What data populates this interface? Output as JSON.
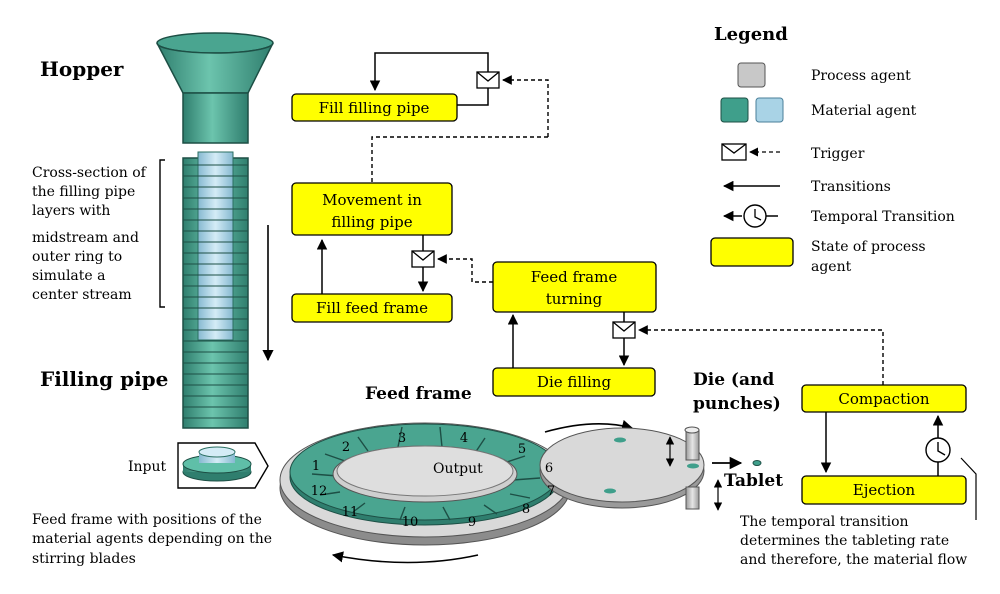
{
  "colors": {
    "teal": "#3f9f8b",
    "teal_dark": "#2a6f61",
    "teal_light": "#5fbfa8",
    "light_blue": "#a9d3e6",
    "gray": "#c8c8c8",
    "yellow": "#ffff00"
  },
  "labels": {
    "hopper": "Hopper",
    "filling_pipe": "Filling pipe",
    "feed_frame": "Feed frame",
    "die_line1": "Die (and",
    "die_line2": "punches)",
    "input": "Input",
    "output": "Output",
    "tablet": "Tablet"
  },
  "annotations": {
    "cross_section": [
      "Cross-section of",
      "the filling pipe",
      "layers with",
      "midstream and",
      "outer ring to",
      "simulate a",
      "center stream"
    ],
    "feed_frame_note": [
      "Feed frame with positions of the",
      "material agents depending on the",
      "stirring blades"
    ],
    "temporal_note": [
      "The temporal transition",
      "determines the tableting rate",
      "and therefore, the material flow"
    ]
  },
  "states": {
    "fill_filling_pipe": "Fill filling pipe",
    "movement_line1": "Movement in",
    "movement_line2": "filling pipe",
    "fill_feed_frame": "Fill feed frame",
    "feed_turn_line1": "Feed frame",
    "feed_turn_line2": "turning",
    "die_filling": "Die filling",
    "compaction": "Compaction",
    "ejection": "Ejection"
  },
  "feed_positions": [
    "1",
    "2",
    "3",
    "4",
    "5",
    "6",
    "7",
    "8",
    "9",
    "10",
    "11",
    "12"
  ],
  "legend": {
    "title": "Legend",
    "process_agent": "Process agent",
    "material_agent": "Material agent",
    "trigger": "Trigger",
    "transitions": "Transitions",
    "temporal_transition": "Temporal Transition",
    "state_line1": "State of process",
    "state_line2": "agent"
  }
}
